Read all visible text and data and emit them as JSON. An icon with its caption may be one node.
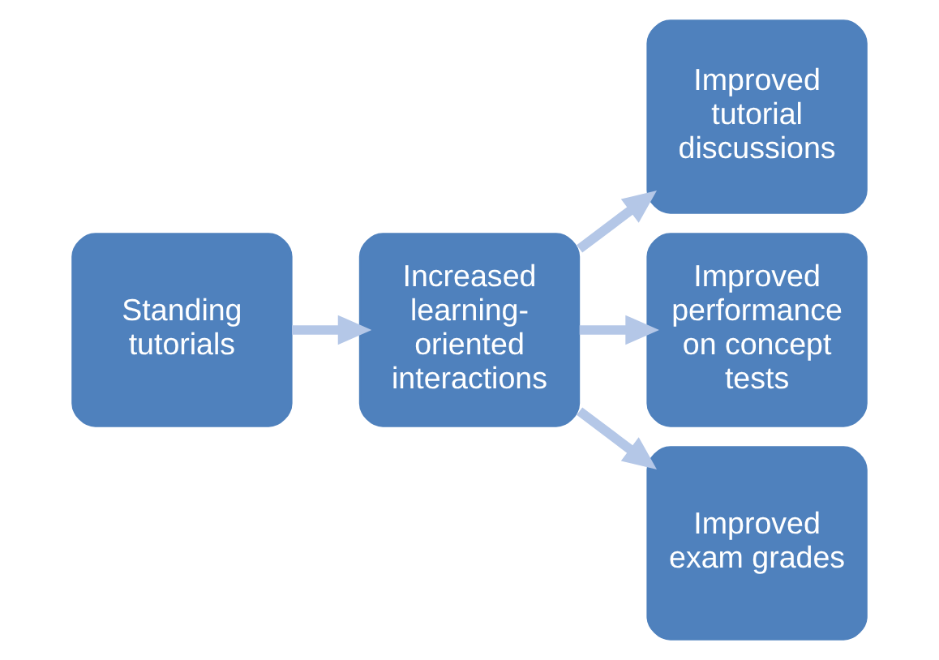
{
  "diagram": {
    "nodes": [
      {
        "text": [
          "Standing tutorials"
        ]
      },
      {
        "text": [
          "Increased learning-oriented interactions"
        ]
      },
      {
        "text": [
          "Improved tutorial discussions"
        ]
      },
      {
        "text": [
          "Improved performance on concept tests"
        ]
      },
      {
        "text": [
          "Improved exam grades"
        ]
      }
    ],
    "edges": [
      {
        "from": 0,
        "to": 1,
        "arrow": "to"
      },
      {
        "from": 1,
        "to": 2,
        "arrow": "to"
      },
      {
        "from": 1,
        "to": 3,
        "arrow": "to"
      },
      {
        "from": 1,
        "to": 4,
        "arrow": "to"
      }
    ]
  }
}
